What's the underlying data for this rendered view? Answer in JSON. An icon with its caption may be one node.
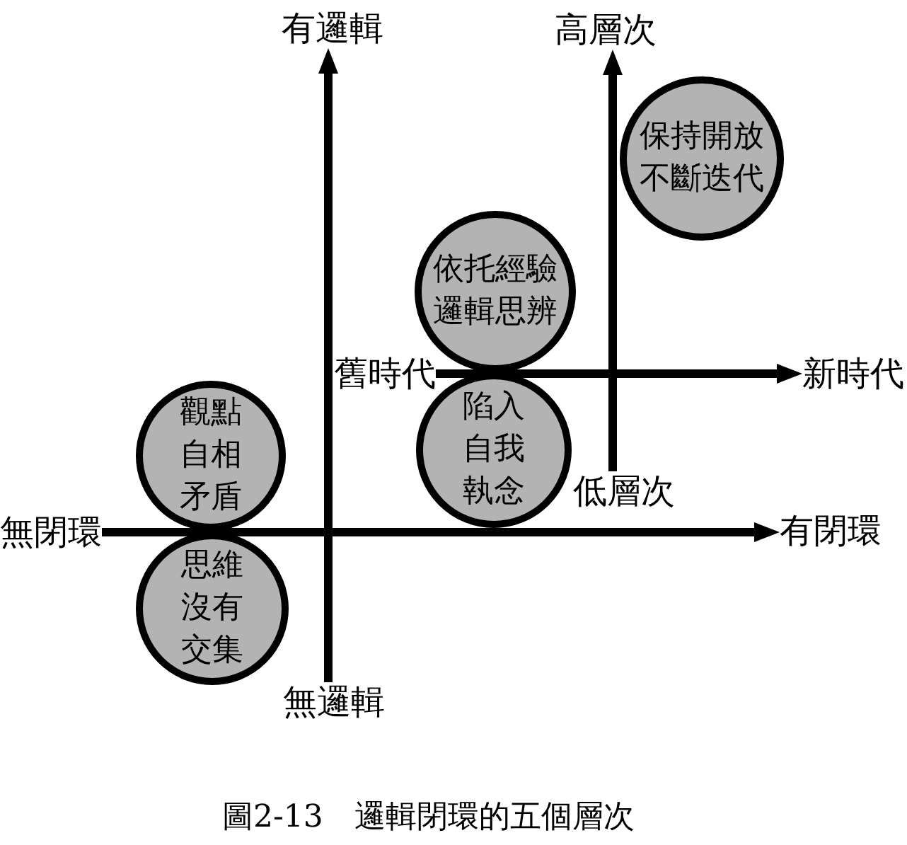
{
  "diagram": {
    "caption": "圖2-13　邏輯閉環的五個層次",
    "nodes": [
      {
        "text": [
          "有邏輯"
        ]
      },
      {
        "text": [
          "高層次"
        ]
      },
      {
        "text": [
          "保持開放不斷迭代"
        ]
      },
      {
        "text": [
          "依托經驗邏輯思辨"
        ]
      },
      {
        "text": [
          "舊時代"
        ]
      },
      {
        "text": [
          "新時代"
        ]
      },
      {
        "text": [
          "觀點自相矛盾"
        ]
      },
      {
        "text": [
          "陷入自我執念"
        ]
      },
      {
        "text": [
          "低層次"
        ]
      },
      {
        "text": [
          "無閉環"
        ]
      },
      {
        "text": [
          "有閉環"
        ]
      },
      {
        "text": [
          "思維沒有交集"
        ]
      },
      {
        "text": [
          "無邏輯"
        ]
      }
    ],
    "edges": [
      {
        "from": 12,
        "to": 0,
        "arrow": "to"
      },
      {
        "from": 8,
        "to": 1,
        "arrow": "to"
      },
      {
        "from": 4,
        "to": 5,
        "arrow": "to"
      },
      {
        "from": 9,
        "to": 10,
        "arrow": "to"
      }
    ]
  }
}
